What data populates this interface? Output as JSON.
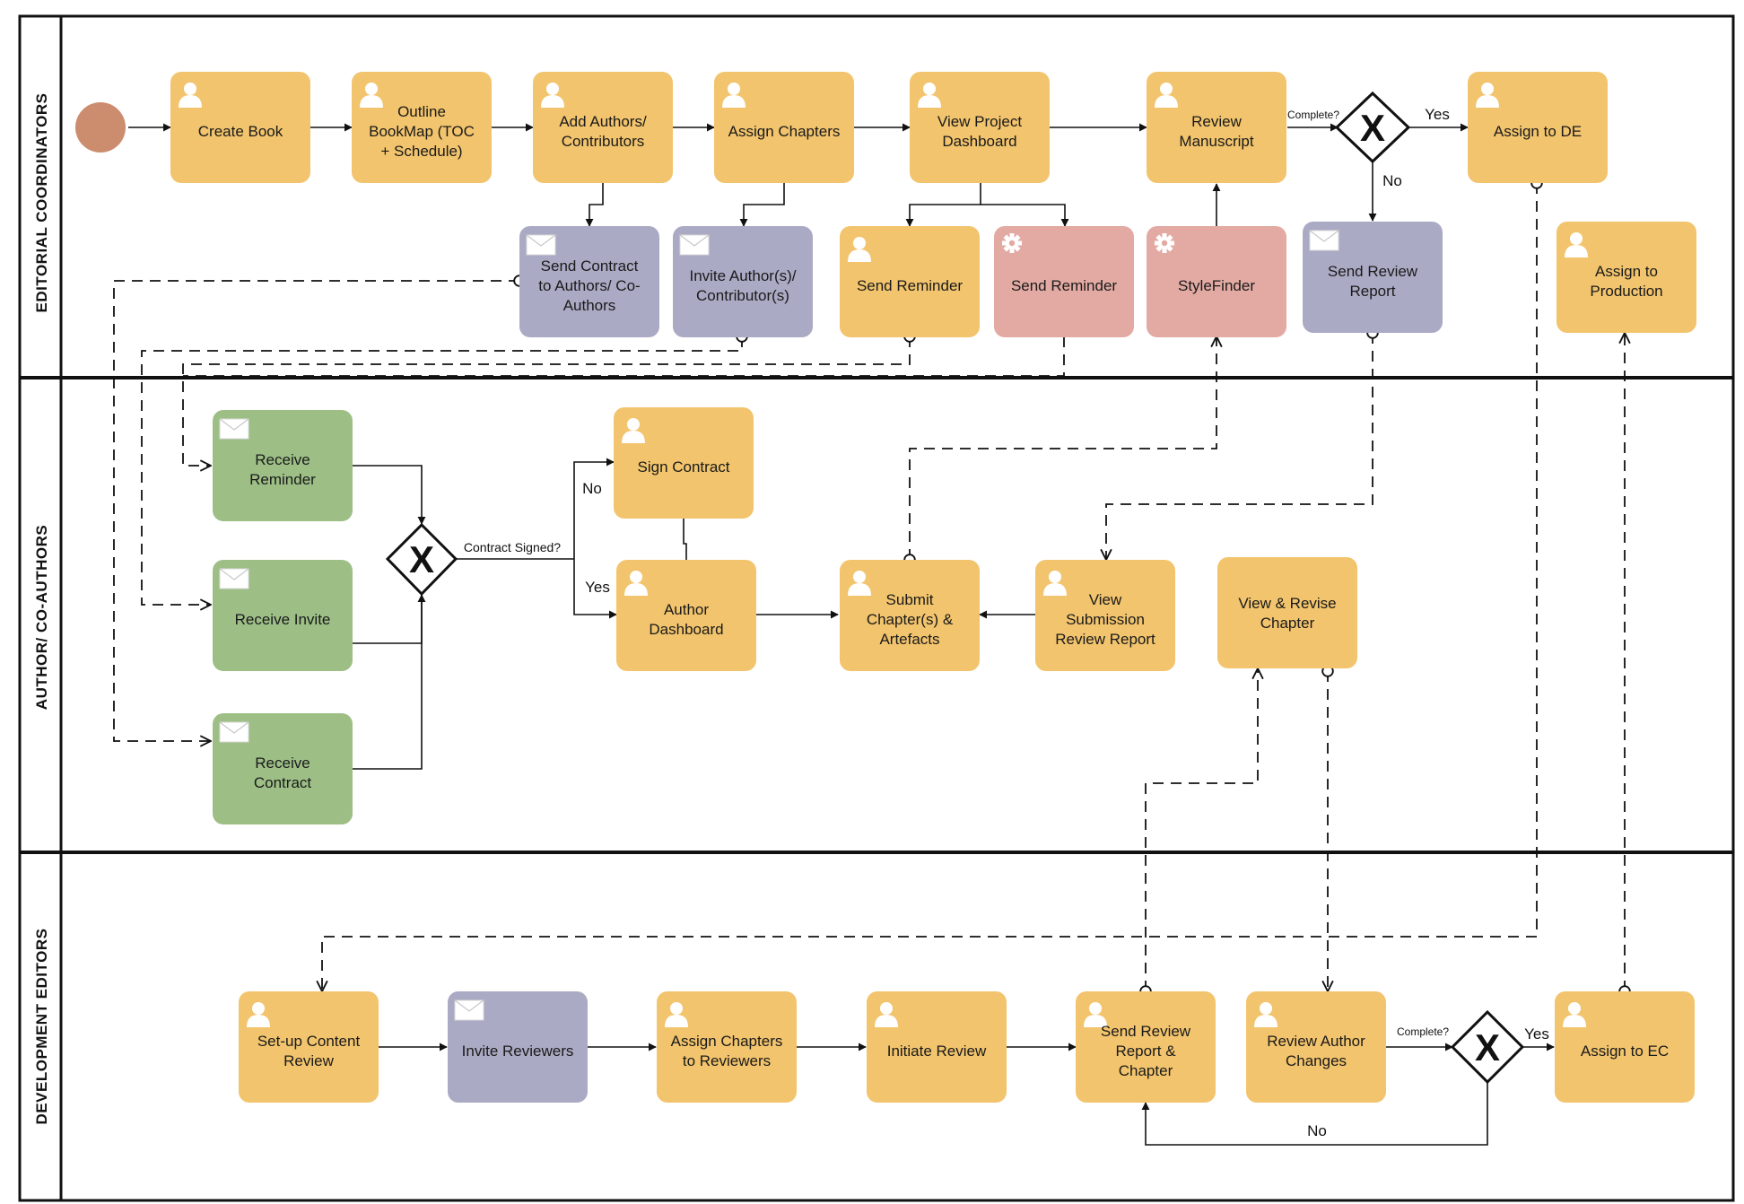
{
  "colors": {
    "task": "#F2C46D",
    "message": "#ABAAC4",
    "service": "#E2AAA3",
    "receive": "#9DBF86",
    "start": "#CC8C6E",
    "line": "#111111"
  },
  "lanes": [
    {
      "id": "ec",
      "label": "EDITORIAL COORDINATORS"
    },
    {
      "id": "au",
      "label": "AUTHOR/ CO-AUTHORS"
    },
    {
      "id": "de",
      "label": "DEVELOPMENT EDITORS"
    }
  ],
  "nodes": [
    {
      "id": "create-book",
      "kind": "task",
      "icon": "user-icon",
      "lines": [
        "Create Book"
      ]
    },
    {
      "id": "outline",
      "kind": "task",
      "icon": "user-icon",
      "lines": [
        "Outline",
        "BookMap (TOC",
        "+ Schedule)"
      ]
    },
    {
      "id": "add-authors",
      "kind": "task",
      "icon": "user-icon",
      "lines": [
        "Add Authors/",
        "Contributors"
      ]
    },
    {
      "id": "assign-chapters",
      "kind": "task",
      "icon": "user-icon",
      "lines": [
        "Assign Chapters"
      ]
    },
    {
      "id": "view-dashboard",
      "kind": "task",
      "icon": "user-icon",
      "lines": [
        "View Project",
        "Dashboard"
      ]
    },
    {
      "id": "review-manuscript",
      "kind": "task",
      "icon": "user-icon",
      "lines": [
        "Review",
        "Manuscript"
      ]
    },
    {
      "id": "assign-de",
      "kind": "task",
      "icon": "user-icon",
      "lines": [
        "Assign to DE"
      ]
    },
    {
      "id": "send-contract",
      "kind": "message",
      "icon": "envelope-icon",
      "lines": [
        "Send Contract",
        "to Authors/ Co-",
        "Authors"
      ]
    },
    {
      "id": "invite-authors",
      "kind": "message",
      "icon": "envelope-icon",
      "lines": [
        "Invite Author(s)/",
        "Contributor(s)"
      ]
    },
    {
      "id": "send-reminder-1",
      "kind": "task",
      "icon": "user-icon",
      "lines": [
        "Send Reminder"
      ]
    },
    {
      "id": "send-reminder-2",
      "kind": "service",
      "icon": "gear-icon",
      "lines": [
        "Send Reminder"
      ]
    },
    {
      "id": "stylefinder",
      "kind": "service",
      "icon": "gear-icon",
      "lines": [
        "StyleFinder"
      ]
    },
    {
      "id": "send-review-report",
      "kind": "message",
      "icon": "envelope-icon",
      "lines": [
        "Send Review",
        "Report"
      ]
    },
    {
      "id": "assign-production",
      "kind": "task",
      "icon": "user-icon",
      "lines": [
        "Assign to",
        "Production"
      ]
    },
    {
      "id": "receive-reminder",
      "kind": "receive",
      "icon": "envelope-icon",
      "lines": [
        "Receive",
        "Reminder"
      ]
    },
    {
      "id": "receive-invite",
      "kind": "receive",
      "icon": "envelope-icon",
      "lines": [
        "Receive Invite"
      ]
    },
    {
      "id": "receive-contract",
      "kind": "receive",
      "icon": "envelope-icon",
      "lines": [
        "Receive",
        "Contract"
      ]
    },
    {
      "id": "sign-contract",
      "kind": "task",
      "icon": "user-icon",
      "lines": [
        "Sign Contract"
      ]
    },
    {
      "id": "author-dashboard",
      "kind": "task",
      "icon": "user-icon",
      "lines": [
        "Author",
        "Dashboard"
      ]
    },
    {
      "id": "submit-chapters",
      "kind": "task",
      "icon": "user-icon",
      "lines": [
        "Submit",
        "Chapter(s) &",
        "Artefacts"
      ]
    },
    {
      "id": "view-submission",
      "kind": "task",
      "icon": "user-icon",
      "lines": [
        "View",
        "Submission",
        "Review Report"
      ]
    },
    {
      "id": "view-revise",
      "kind": "task",
      "icon": "none",
      "lines": [
        "View & Revise",
        "Chapter"
      ]
    },
    {
      "id": "setup-review",
      "kind": "task",
      "icon": "user-icon",
      "lines": [
        "Set-up Content",
        "Review"
      ]
    },
    {
      "id": "invite-reviewers",
      "kind": "message",
      "icon": "envelope-icon",
      "lines": [
        "Invite Reviewers"
      ]
    },
    {
      "id": "assign-to-reviewers",
      "kind": "task",
      "icon": "user-icon",
      "lines": [
        "Assign Chapters",
        "to Reviewers"
      ]
    },
    {
      "id": "initiate-review",
      "kind": "task",
      "icon": "user-icon",
      "lines": [
        "Initiate Review"
      ]
    },
    {
      "id": "send-review-chapter",
      "kind": "task",
      "icon": "user-icon",
      "lines": [
        "Send Review",
        "Report &",
        "Chapter"
      ]
    },
    {
      "id": "review-author-changes",
      "kind": "task",
      "icon": "user-icon",
      "lines": [
        "Review Author",
        "Changes"
      ]
    },
    {
      "id": "assign-ec",
      "kind": "task",
      "icon": "user-icon",
      "lines": [
        "Assign to EC"
      ]
    }
  ],
  "gateways": [
    {
      "id": "gw-complete-ec",
      "symbol": "X",
      "label": "Complete?"
    },
    {
      "id": "gw-contract",
      "symbol": "X",
      "label": "Contract Signed?"
    },
    {
      "id": "gw-complete-de",
      "symbol": "X",
      "label": "Complete?"
    }
  ],
  "edge_labels": [
    {
      "id": "yes-ec",
      "text": "Yes"
    },
    {
      "id": "no-ec",
      "text": "No"
    },
    {
      "id": "no-contract",
      "text": "No"
    },
    {
      "id": "yes-contract",
      "text": "Yes"
    },
    {
      "id": "yes-de",
      "text": "Yes"
    },
    {
      "id": "no-de",
      "text": "No"
    }
  ]
}
